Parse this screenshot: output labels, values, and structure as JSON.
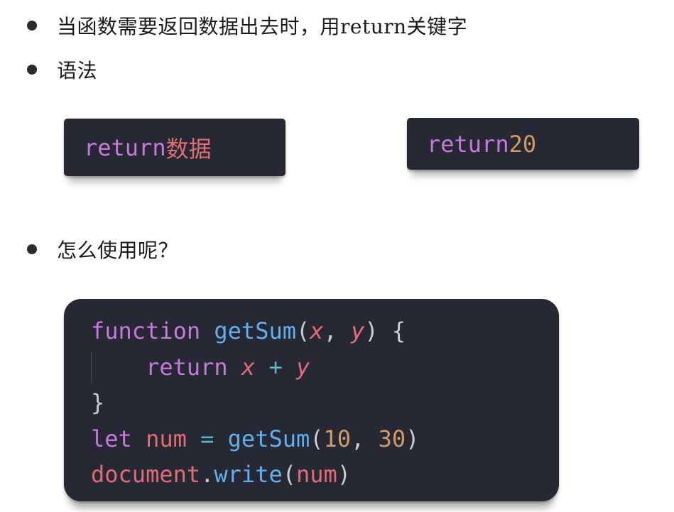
{
  "bullets": [
    "当函数需要返回数据出去时，用return关键字",
    "语法",
    "怎么使用呢？"
  ],
  "syntax_examples": [
    {
      "keyword": "return",
      "value": "数据"
    },
    {
      "keyword": "return",
      "value": "20"
    }
  ],
  "code_example": {
    "line1": {
      "kw": "function",
      "name": "getSum",
      "open": "(",
      "p1": "x",
      "comma": ",",
      "p2": "y",
      "close": ")",
      "brace": "{"
    },
    "line2": {
      "kw": "return",
      "a": "x",
      "op": "+",
      "b": "y"
    },
    "line3": {
      "brace": "}"
    },
    "line4": {
      "kw": "let",
      "var": "num",
      "eq": "=",
      "fn": "getSum",
      "open": "(",
      "n1": "10",
      "comma": ",",
      "n2": "30",
      "close": ")"
    },
    "line5": {
      "obj": "document",
      "dot": ".",
      "method": "write",
      "open": "(",
      "arg": "num",
      "close": ")"
    }
  },
  "colors": {
    "code_background": "#262933",
    "keyword": "#c678dd",
    "function": "#61afef",
    "variable": "#e06c75",
    "number": "#d19a66"
  }
}
